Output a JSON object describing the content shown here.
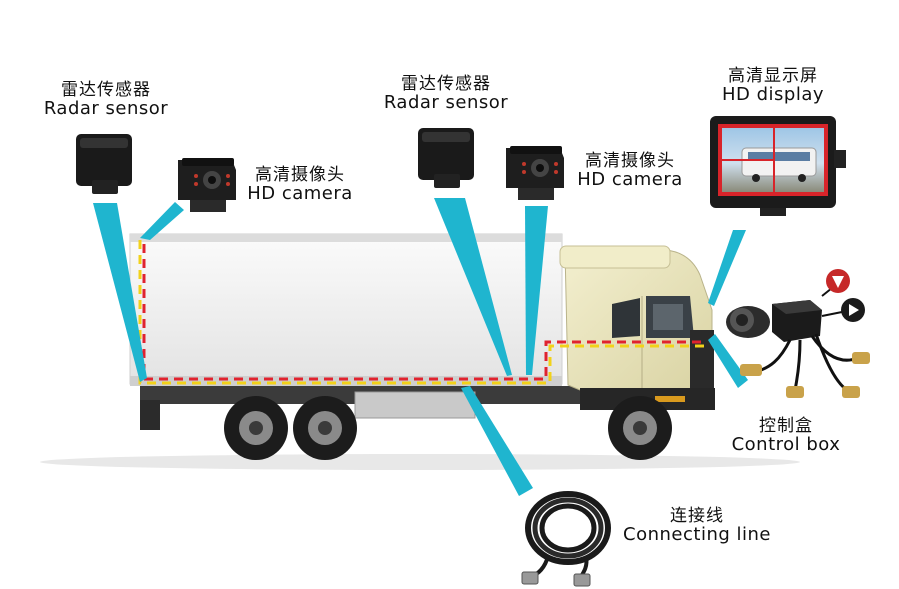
{
  "labels": {
    "radar_left": {
      "zh": "雷达传感器",
      "en": "Radar sensor"
    },
    "camera_left": {
      "zh": "高清摄像头",
      "en": "HD camera"
    },
    "radar_mid": {
      "zh": "雷达传感器",
      "en": "Radar sensor"
    },
    "camera_mid": {
      "zh": "高清摄像头",
      "en": "HD camera"
    },
    "display": {
      "zh": "高清显示屏",
      "en": "HD display"
    },
    "control_box": {
      "zh": "控制盒",
      "en": "Control box"
    },
    "connecting_line": {
      "zh": "连接线",
      "en": "Connecting line"
    }
  },
  "colors": {
    "pointer": "#1fb5cf",
    "wire_red": "#e0232f",
    "wire_yellow": "#f2d21a",
    "cab": "#efeac0",
    "box_body": "#f4f4f4",
    "display_frame": "#d8242a"
  },
  "icons": [
    "radar-sensor-icon",
    "hd-camera-icon",
    "hd-display-icon",
    "control-box-icon",
    "connecting-line-icon",
    "warning-triangle-icon",
    "play-arrow-icon"
  ]
}
